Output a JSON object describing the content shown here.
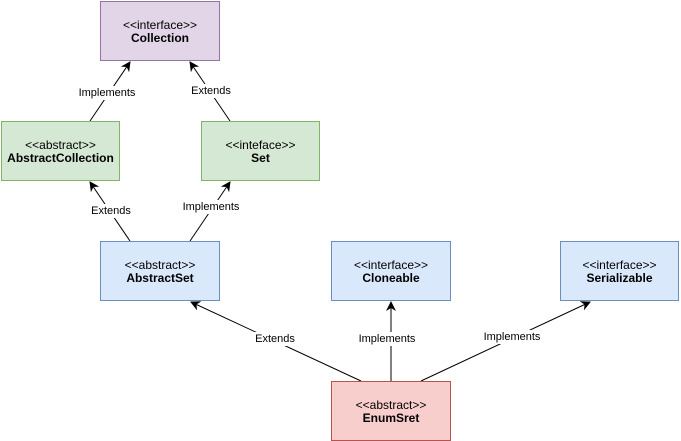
{
  "diagram": {
    "nodes": [
      {
        "id": "collection",
        "stereotype": "<<interface>>",
        "name": "Collection",
        "fill": "#e1d5e7",
        "stroke": "#9673a6"
      },
      {
        "id": "abstract-collection",
        "stereotype": "<<abstract>>",
        "name": "AbstractCollection",
        "fill": "#d5e8d4",
        "stroke": "#82b366"
      },
      {
        "id": "set",
        "stereotype": "<<inteface>>",
        "name": "Set",
        "fill": "#d5e8d4",
        "stroke": "#82b366"
      },
      {
        "id": "abstract-set",
        "stereotype": "<<abstract>>",
        "name": "AbstractSet",
        "fill": "#dae8fc",
        "stroke": "#6c8ebf"
      },
      {
        "id": "cloneable",
        "stereotype": "<<interface>>",
        "name": "Cloneable",
        "fill": "#dae8fc",
        "stroke": "#6c8ebf"
      },
      {
        "id": "serializable",
        "stereotype": "<<interface>>",
        "name": "Serializable",
        "fill": "#dae8fc",
        "stroke": "#6c8ebf"
      },
      {
        "id": "enum-sret",
        "stereotype": "<<abstract>>",
        "name": "EnumSret",
        "fill": "#f8cecc",
        "stroke": "#b85450"
      }
    ],
    "edges": [
      {
        "from": "abstract-collection",
        "to": "collection",
        "label": "Implements"
      },
      {
        "from": "set",
        "to": "collection",
        "label": "Extends"
      },
      {
        "from": "abstract-set",
        "to": "abstract-collection",
        "label": "Extends"
      },
      {
        "from": "abstract-set",
        "to": "set",
        "label": "Implements"
      },
      {
        "from": "enum-sret",
        "to": "abstract-set",
        "label": "Extends"
      },
      {
        "from": "enum-sret",
        "to": "cloneable",
        "label": "Implements"
      },
      {
        "from": "enum-sret",
        "to": "serializable",
        "label": "Implements"
      }
    ]
  }
}
